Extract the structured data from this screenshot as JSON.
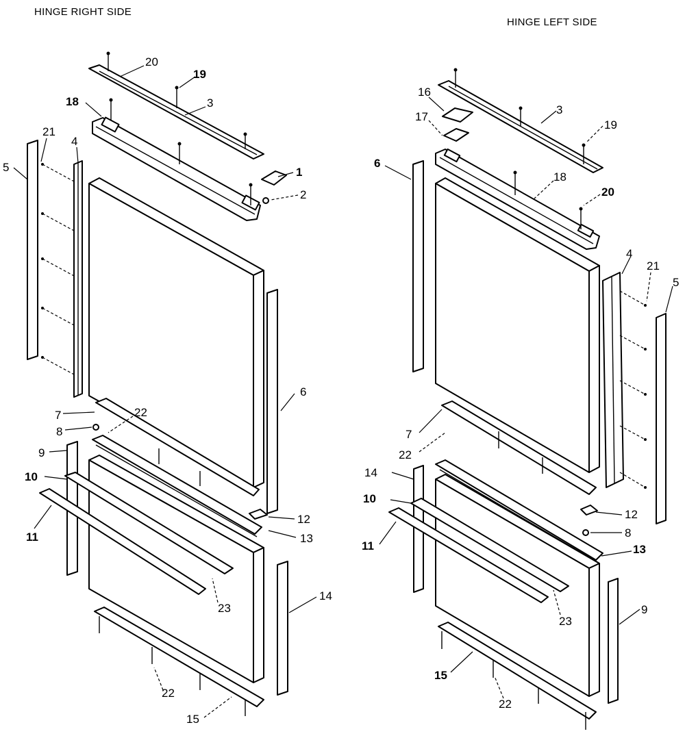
{
  "titles": {
    "right": "HINGE RIGHT SIDE",
    "left": "HINGE LEFT SIDE"
  },
  "right_labels": [
    {
      "id": "r20",
      "text": "20",
      "bold": false
    },
    {
      "id": "r19",
      "text": "19",
      "bold": true
    },
    {
      "id": "r18",
      "text": "18",
      "bold": true
    },
    {
      "id": "r3",
      "text": "3",
      "bold": false
    },
    {
      "id": "r1",
      "text": "1",
      "bold": true
    },
    {
      "id": "r2",
      "text": "2",
      "bold": false
    },
    {
      "id": "r21",
      "text": "21",
      "bold": false
    },
    {
      "id": "r4",
      "text": "4",
      "bold": false
    },
    {
      "id": "r5",
      "text": "5",
      "bold": false
    },
    {
      "id": "r6",
      "text": "6",
      "bold": false
    },
    {
      "id": "r7",
      "text": "7",
      "bold": false
    },
    {
      "id": "r22a",
      "text": "22",
      "bold": false
    },
    {
      "id": "r8",
      "text": "8",
      "bold": false
    },
    {
      "id": "r9",
      "text": "9",
      "bold": false
    },
    {
      "id": "r10",
      "text": "10",
      "bold": true
    },
    {
      "id": "r11",
      "text": "11",
      "bold": true
    },
    {
      "id": "r12",
      "text": "12",
      "bold": false
    },
    {
      "id": "r13",
      "text": "13",
      "bold": false
    },
    {
      "id": "r23",
      "text": "23",
      "bold": false
    },
    {
      "id": "r14",
      "text": "14",
      "bold": false
    },
    {
      "id": "r22b",
      "text": "22",
      "bold": false
    },
    {
      "id": "r15",
      "text": "15",
      "bold": false
    }
  ],
  "left_labels": [
    {
      "id": "l16",
      "text": "16",
      "bold": false
    },
    {
      "id": "l3",
      "text": "3",
      "bold": false
    },
    {
      "id": "l17",
      "text": "17",
      "bold": false
    },
    {
      "id": "l19",
      "text": "19",
      "bold": false
    },
    {
      "id": "l6",
      "text": "6",
      "bold": true
    },
    {
      "id": "l18",
      "text": "18",
      "bold": false
    },
    {
      "id": "l20",
      "text": "20",
      "bold": true
    },
    {
      "id": "l4",
      "text": "4",
      "bold": false
    },
    {
      "id": "l21",
      "text": "21",
      "bold": false
    },
    {
      "id": "l5",
      "text": "5",
      "bold": false
    },
    {
      "id": "l7",
      "text": "7",
      "bold": false
    },
    {
      "id": "l22a",
      "text": "22",
      "bold": false
    },
    {
      "id": "l14",
      "text": "14",
      "bold": false
    },
    {
      "id": "l10",
      "text": "10",
      "bold": true
    },
    {
      "id": "l12",
      "text": "12",
      "bold": false
    },
    {
      "id": "l8",
      "text": "8",
      "bold": false
    },
    {
      "id": "l11",
      "text": "11",
      "bold": true
    },
    {
      "id": "l13",
      "text": "13",
      "bold": true
    },
    {
      "id": "l23",
      "text": "23",
      "bold": false
    },
    {
      "id": "l9",
      "text": "9",
      "bold": false
    },
    {
      "id": "l15",
      "text": "15",
      "bold": true
    },
    {
      "id": "l22b",
      "text": "22",
      "bold": false
    }
  ]
}
